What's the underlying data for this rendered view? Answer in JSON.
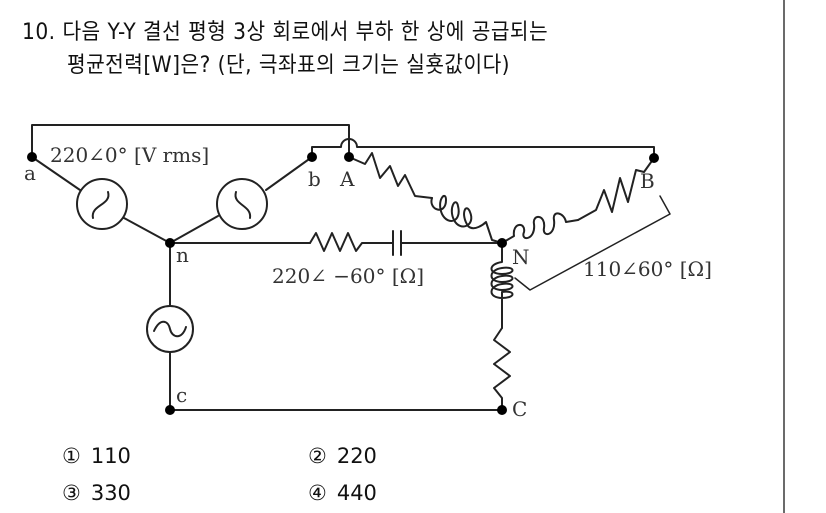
{
  "question": {
    "number": "10.",
    "line1": "다음 Y-Y 결선 평형 3상 회로에서 부하 한 상에 공급되는",
    "line2": "평균전력[W]은? (단, 극좌표의 크기는 실횻값이다)"
  },
  "diagram": {
    "source_label": "220∠0° [V rms]",
    "neutral_impedance_label": "220∠ −60° [Ω]",
    "load_impedance_label": "110∠60° [Ω]",
    "nodes": {
      "a": "a",
      "b": "b",
      "c": "c",
      "n": "n",
      "A": "A",
      "B": "B",
      "C": "C",
      "N": "N"
    }
  },
  "choices": [
    {
      "num": "①",
      "value": "110"
    },
    {
      "num": "②",
      "value": "220"
    },
    {
      "num": "③",
      "value": "330"
    },
    {
      "num": "④",
      "value": "440"
    }
  ]
}
